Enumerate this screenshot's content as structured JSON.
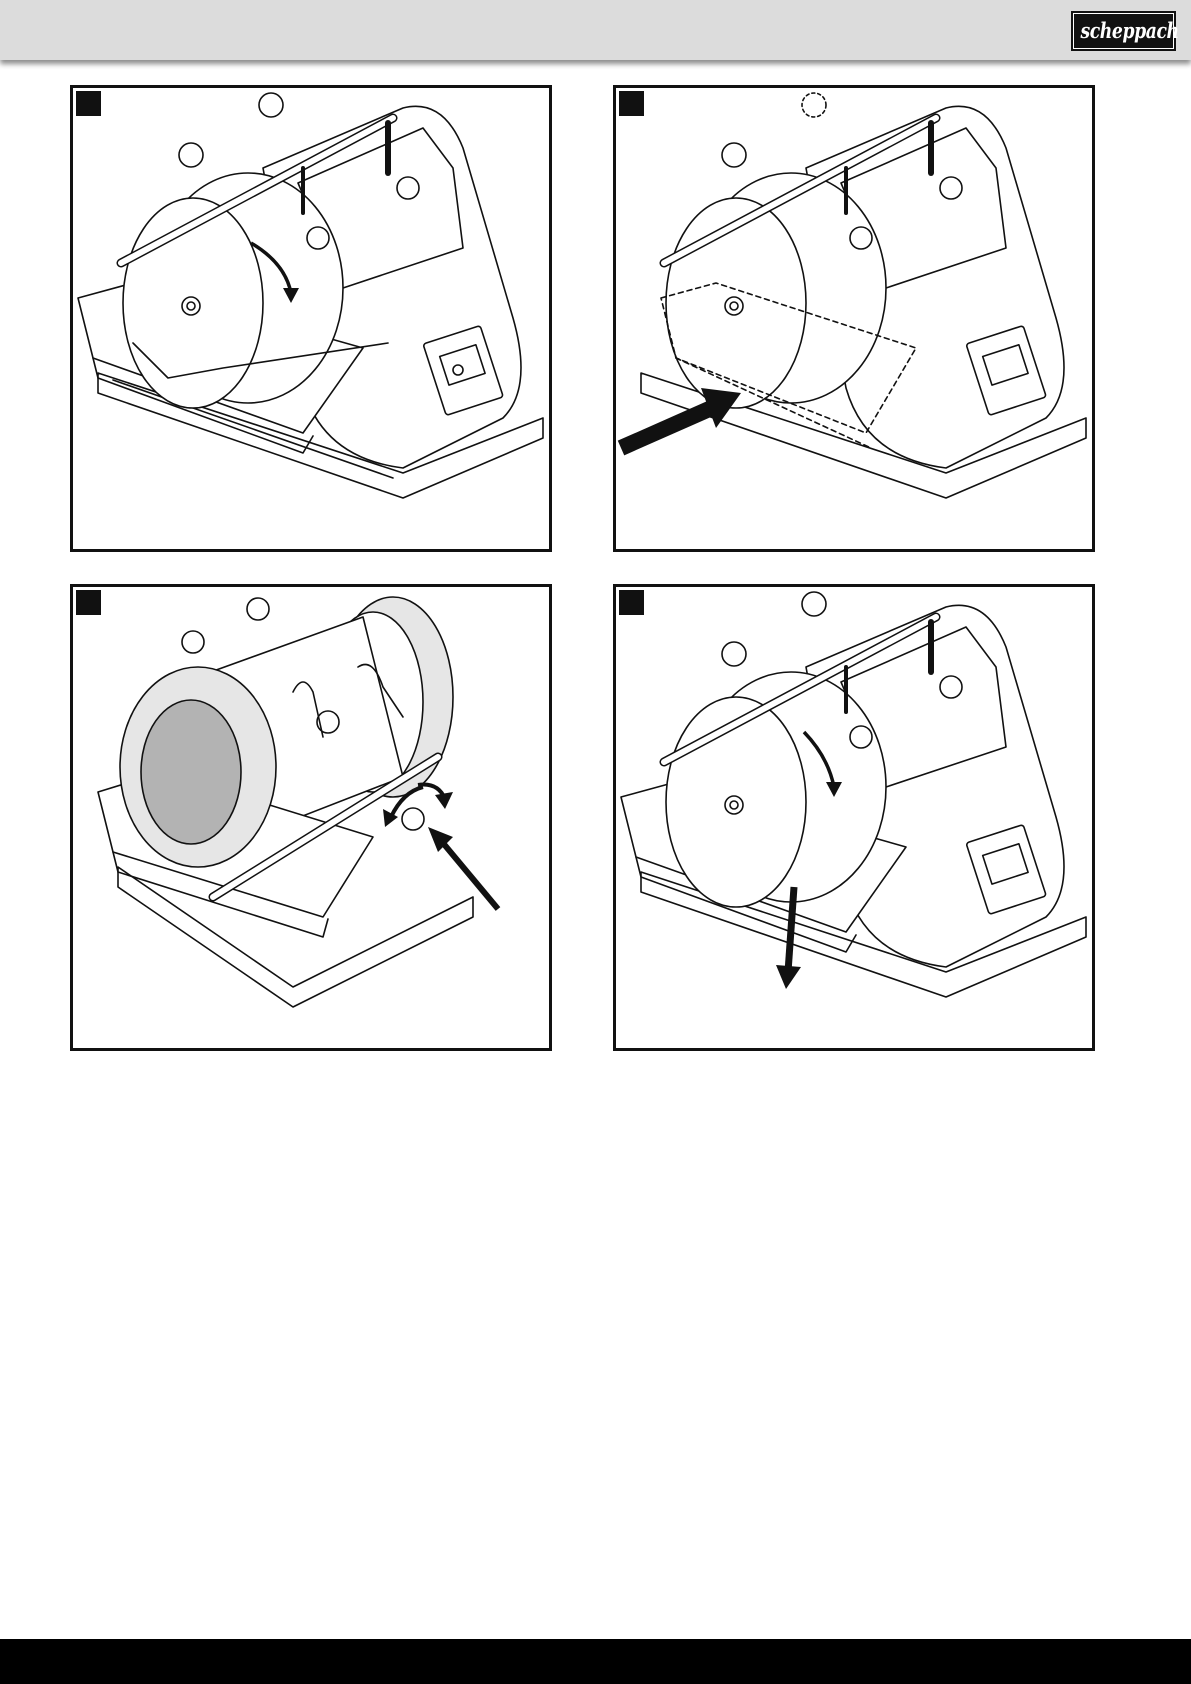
{
  "header": {
    "brand": "scheppach",
    "background": "#dcdcdc"
  },
  "figures": [
    {
      "id": "fig-1",
      "icons": [
        "grinding-wheel-icon",
        "rotation-arrow-icon",
        "tool-rest-bar-icon",
        "on-off-switch-icon"
      ]
    },
    {
      "id": "fig-2",
      "icons": [
        "grinding-wheel-icon",
        "water-trough-icon",
        "insert-arrow-icon",
        "on-off-switch-icon"
      ]
    },
    {
      "id": "fig-3",
      "icons": [
        "grinding-wheel-icon",
        "leather-honing-wheel-icon",
        "knob-turn-arrow-icon",
        "push-arrow-icon"
      ]
    },
    {
      "id": "fig-4",
      "icons": [
        "grinding-wheel-icon",
        "rotation-arrow-icon",
        "down-arrow-icon",
        "on-off-switch-icon"
      ]
    }
  ],
  "colors": {
    "line": "#111111",
    "shade": "#e6e6e6",
    "footer": "#000000"
  }
}
